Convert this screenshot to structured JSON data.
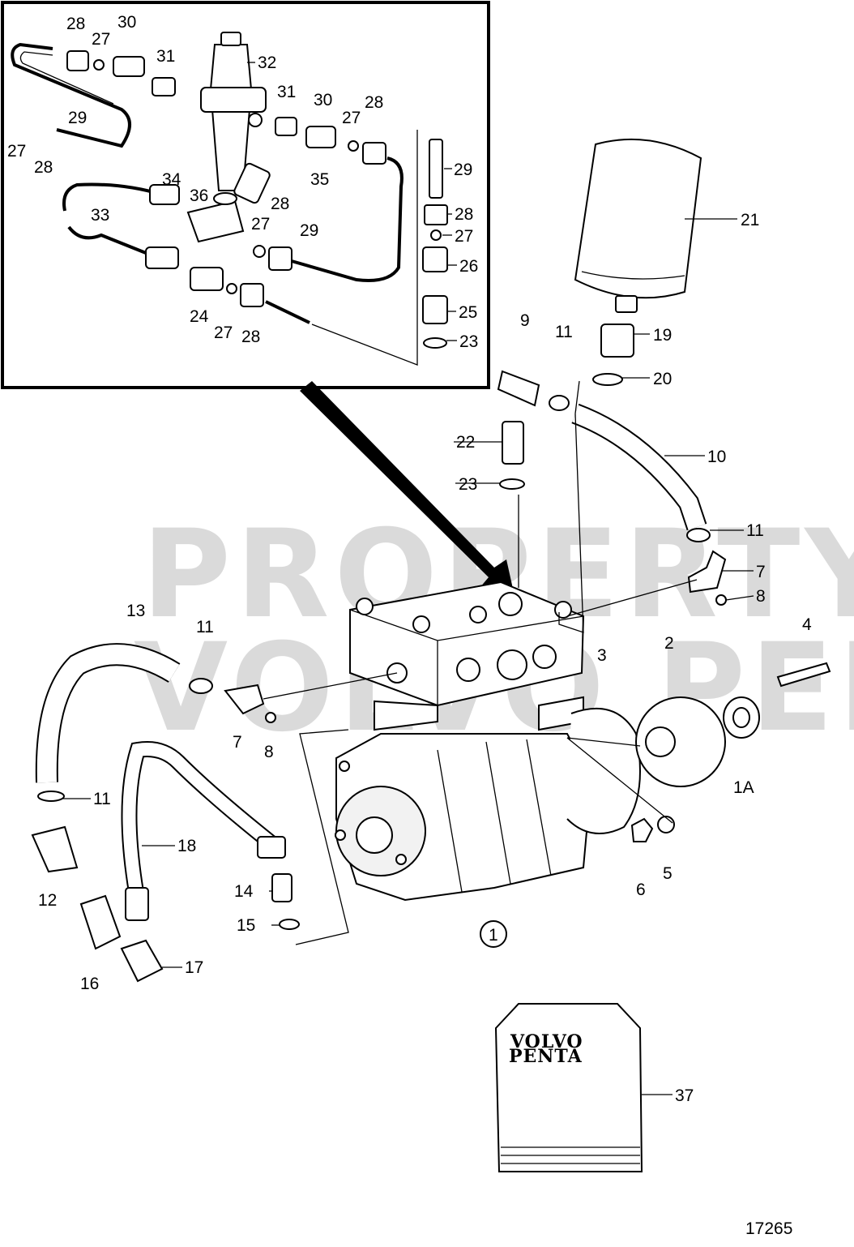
{
  "watermark": {
    "line1": "PROPERTY OF",
    "line2": "VOLVO PENTA"
  },
  "brand": {
    "line1": "VOLVO",
    "line2": "PENTA"
  },
  "figure_number": "17265",
  "inset_labels": [
    {
      "id": "i28a",
      "text": "28"
    },
    {
      "id": "i27a",
      "text": "27"
    },
    {
      "id": "i30a",
      "text": "30"
    },
    {
      "id": "i31a",
      "text": "31"
    },
    {
      "id": "i32",
      "text": "32"
    },
    {
      "id": "i29a",
      "text": "29"
    },
    {
      "id": "i27b",
      "text": "27"
    },
    {
      "id": "i28b",
      "text": "28"
    },
    {
      "id": "i31b",
      "text": "31"
    },
    {
      "id": "i30b",
      "text": "30"
    },
    {
      "id": "i27c",
      "text": "27"
    },
    {
      "id": "i28c",
      "text": "28"
    },
    {
      "id": "i34",
      "text": "34"
    },
    {
      "id": "i35",
      "text": "35"
    },
    {
      "id": "i36",
      "text": "36"
    },
    {
      "id": "i33",
      "text": "33"
    },
    {
      "id": "i28d",
      "text": "28"
    },
    {
      "id": "i27d",
      "text": "27"
    },
    {
      "id": "i29b",
      "text": "29"
    },
    {
      "id": "i24",
      "text": "24"
    },
    {
      "id": "i27e",
      "text": "27"
    },
    {
      "id": "i28e",
      "text": "28"
    },
    {
      "id": "i29c",
      "text": "29"
    },
    {
      "id": "i28f",
      "text": "28"
    },
    {
      "id": "i27f",
      "text": "27"
    },
    {
      "id": "i26",
      "text": "26"
    },
    {
      "id": "i25",
      "text": "25"
    },
    {
      "id": "i23a",
      "text": "23"
    }
  ],
  "main_labels": [
    {
      "id": "m21",
      "text": "21"
    },
    {
      "id": "m9",
      "text": "9"
    },
    {
      "id": "m11a",
      "text": "11"
    },
    {
      "id": "m19",
      "text": "19"
    },
    {
      "id": "m20",
      "text": "20"
    },
    {
      "id": "m22",
      "text": "22"
    },
    {
      "id": "m23",
      "text": "23"
    },
    {
      "id": "m10",
      "text": "10"
    },
    {
      "id": "m11b",
      "text": "11"
    },
    {
      "id": "m7a",
      "text": "7"
    },
    {
      "id": "m8a",
      "text": "8"
    },
    {
      "id": "m13",
      "text": "13"
    },
    {
      "id": "m11c",
      "text": "11"
    },
    {
      "id": "m4",
      "text": "4"
    },
    {
      "id": "m3",
      "text": "3"
    },
    {
      "id": "m2",
      "text": "2"
    },
    {
      "id": "m7b",
      "text": "7"
    },
    {
      "id": "m8b",
      "text": "8"
    },
    {
      "id": "m1a",
      "text": "1A"
    },
    {
      "id": "m11d",
      "text": "11"
    },
    {
      "id": "m18",
      "text": "18"
    },
    {
      "id": "m12",
      "text": "12"
    },
    {
      "id": "m14",
      "text": "14"
    },
    {
      "id": "m15",
      "text": "15"
    },
    {
      "id": "m6",
      "text": "6"
    },
    {
      "id": "m5",
      "text": "5"
    },
    {
      "id": "m1",
      "text": "1"
    },
    {
      "id": "m16",
      "text": "16"
    },
    {
      "id": "m17",
      "text": "17"
    },
    {
      "id": "m37",
      "text": "37"
    }
  ]
}
